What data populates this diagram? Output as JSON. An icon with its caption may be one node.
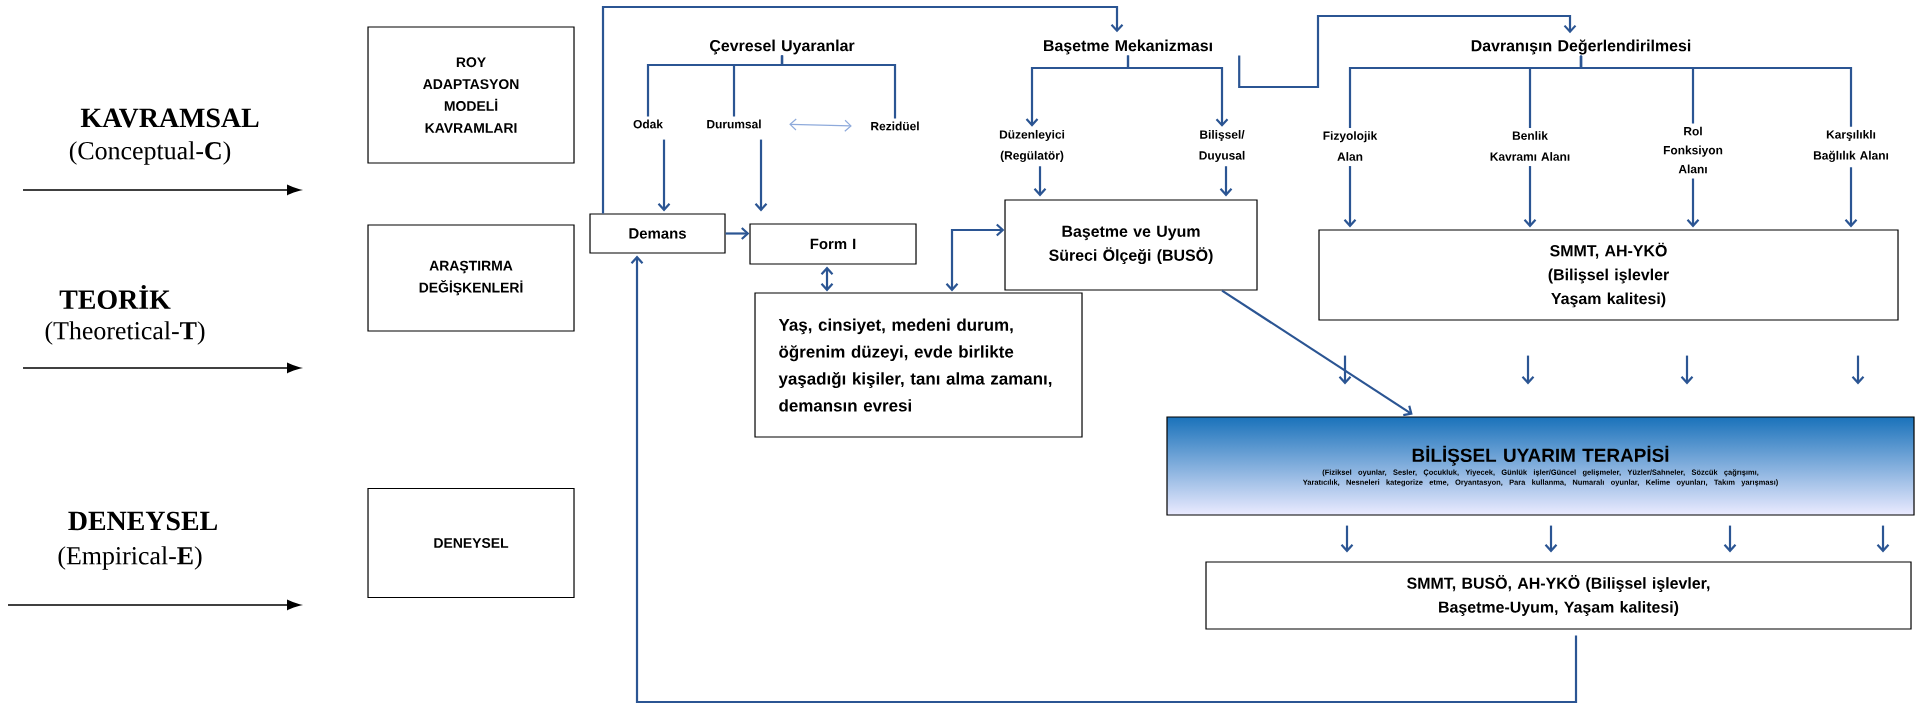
{
  "diagram": {
    "nodes": [
      {
        "text": [
          "ROY ADAPTASYON MODELİ KAVRAMLARI"
        ]
      },
      {
        "text": [
          "ARAŞTIRMA DEĞİŞKENLERİ"
        ]
      },
      {
        "text": [
          "DENEYSEL"
        ]
      },
      {
        "text": [
          "Çevresel Uyaranlar"
        ]
      },
      {
        "text": [
          "Odak"
        ]
      },
      {
        "text": [
          "Durumsal"
        ]
      },
      {
        "text": [
          "Rezidüel"
        ]
      },
      {
        "text": [
          "Başetme Mekanizması"
        ]
      },
      {
        "text": [
          "Düzenleyici (Regülatör)"
        ]
      },
      {
        "text": [
          "Bilişsel/ Duyusal"
        ]
      },
      {
        "text": [
          "Davranışın Değerlendirilmesi"
        ]
      },
      {
        "text": [
          "Fizyolojik Alan"
        ]
      },
      {
        "text": [
          "Benlik Kavramı Alanı"
        ]
      },
      {
        "text": [
          "Rol Fonksiyon Alanı"
        ]
      },
      {
        "text": [
          "Karşılıklı Bağlılık Alanı"
        ]
      },
      {
        "text": [
          "Demans"
        ]
      },
      {
        "text": [
          "Form I"
        ]
      },
      {
        "text": [
          "Başetme ve Uyum Süreci Ölçeği (BUSÖ)"
        ]
      },
      {
        "text": [
          "SMMT, AH-YKÖ (Bilişsel işlevler Yaşam kalitesi)"
        ]
      },
      {
        "text": [
          "Yaş, cinsiyet, medeni durum, öğrenim düzeyi, evde birlikte yaşadığı kişiler, tanı alma zamanı, demansın evresi"
        ]
      },
      {
        "text": [
          "BİLİŞSEL UYARIM TERAPİSİ",
          "(Fiziksel oyunlar, Sesler, Çocukluk, Yiyecek, Günlük işler/Güncel gelişmeler, Yüzler/Sahneler, Sözcük çağrışımı, Yaratıcılık, Nesneleri kategorize etme, Oryantasyon, Para kullanma, Numaralı oyunlar, Kelime oyunları, Takım yarışması)"
        ]
      },
      {
        "text": [
          "SMMT, BUSÖ, AH-YKÖ (Bilişsel işlevler, Başetme-Uyum, Yaşam kalitesi)"
        ]
      }
    ],
    "edges": [
      {
        "from": 3,
        "to": 4,
        "arrow": "none"
      },
      {
        "from": 3,
        "to": 5,
        "arrow": "none"
      },
      {
        "from": 3,
        "to": 6,
        "arrow": "none"
      },
      {
        "from": 4,
        "to": 15,
        "arrow": "to"
      },
      {
        "from": 5,
        "to": 16,
        "arrow": "to"
      },
      {
        "from": 5,
        "to": 6,
        "arrow": "both",
        "color": "#8eaadb"
      },
      {
        "from": 15,
        "to": 16,
        "arrow": "to"
      },
      {
        "from": 15,
        "to": 7,
        "arrow": "to"
      },
      {
        "from": 7,
        "to": 8,
        "arrow": "to"
      },
      {
        "from": 7,
        "to": 9,
        "arrow": "to"
      },
      {
        "from": 7,
        "to": 10,
        "arrow": "to"
      },
      {
        "from": 10,
        "to": 11,
        "arrow": "none"
      },
      {
        "from": 10,
        "to": 12,
        "arrow": "none"
      },
      {
        "from": 10,
        "to": 13,
        "arrow": "none"
      },
      {
        "from": 10,
        "to": 14,
        "arrow": "none"
      },
      {
        "from": 11,
        "to": 18,
        "arrow": "to"
      },
      {
        "from": 12,
        "to": 18,
        "arrow": "to"
      },
      {
        "from": 13,
        "to": 18,
        "arrow": "to"
      },
      {
        "from": 14,
        "to": 18,
        "arrow": "to"
      },
      {
        "from": 8,
        "to": 17,
        "arrow": "to"
      },
      {
        "from": 9,
        "to": 17,
        "arrow": "to"
      },
      {
        "from": 16,
        "to": 19,
        "arrow": "both"
      },
      {
        "from": 19,
        "to": 17,
        "arrow": "both"
      },
      {
        "from": 17,
        "to": 20,
        "arrow": "to"
      },
      {
        "from": 18,
        "to": 20,
        "arrow": "to"
      },
      {
        "from": 18,
        "to": 20,
        "arrow": "to"
      },
      {
        "from": 18,
        "to": 20,
        "arrow": "to"
      },
      {
        "from": 18,
        "to": 20,
        "arrow": "to"
      },
      {
        "from": 20,
        "to": 21,
        "arrow": "to"
      },
      {
        "from": 20,
        "to": 21,
        "arrow": "to"
      },
      {
        "from": 20,
        "to": 21,
        "arrow": "to"
      },
      {
        "from": 20,
        "to": 21,
        "arrow": "to"
      },
      {
        "from": 21,
        "to": 15,
        "arrow": "to"
      }
    ],
    "labels": [
      "KAVRAMSAL",
      "(Conceptual-**C**)",
      "TEORİK",
      "(Theoretical-**T**)",
      "DENEYSEL",
      "(Empirical-**E**)"
    ]
  }
}
